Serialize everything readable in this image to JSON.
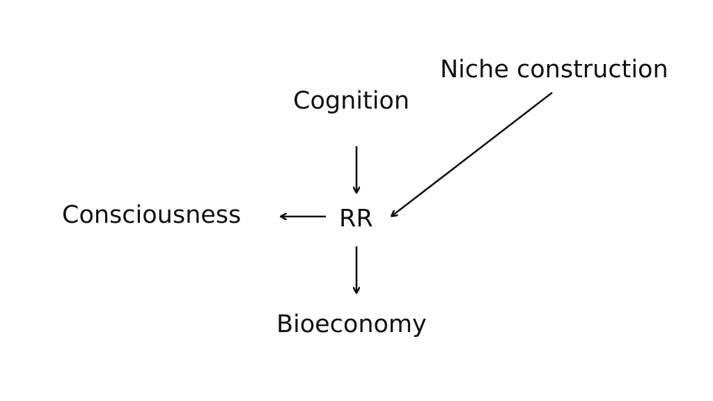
{
  "nodes": {
    "niche_construction": "Niche construction",
    "cognition": "Cognition",
    "consciousness": "Consciousness",
    "rr": "RR",
    "bioeconomy": "Bioeconomy"
  },
  "edges": [
    {
      "from": "niche_construction",
      "to": "rr"
    },
    {
      "from": "cognition",
      "to": "rr"
    },
    {
      "from": "rr",
      "to": "consciousness"
    },
    {
      "from": "rr",
      "to": "bioeconomy"
    }
  ],
  "colors": {
    "text": "#111111",
    "arrow": "#111111",
    "background": "#ffffff"
  }
}
